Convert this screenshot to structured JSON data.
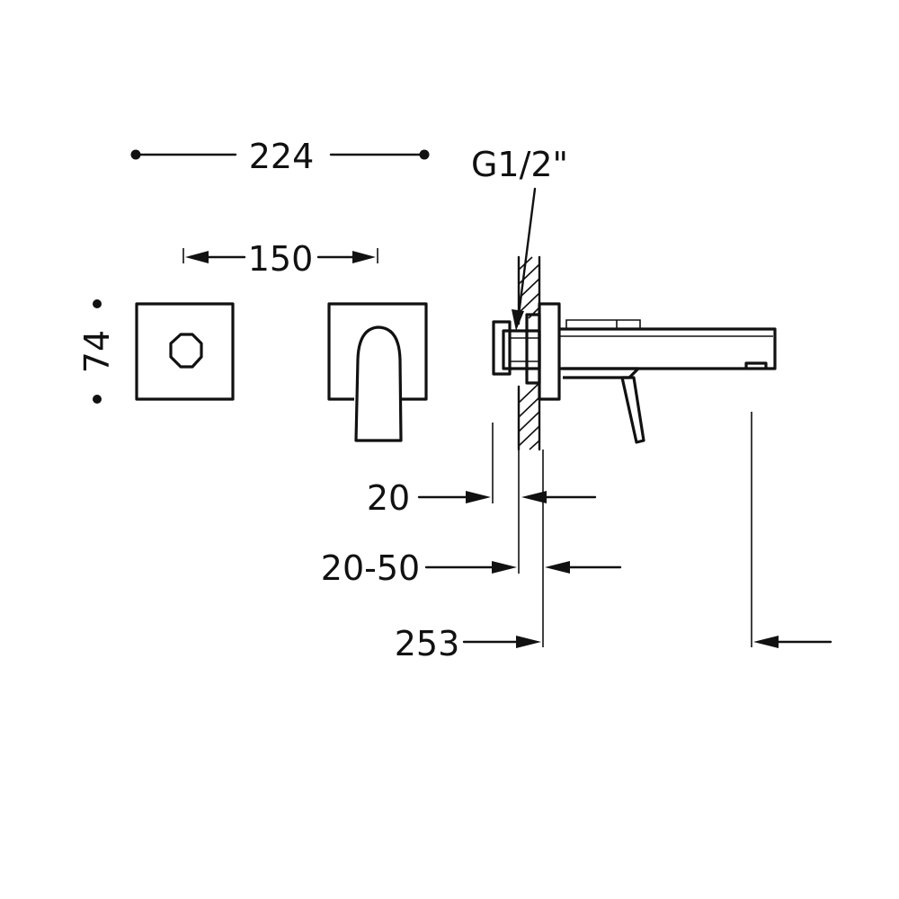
{
  "dimensions": {
    "overall_width": "224",
    "inlet_spacing": "150",
    "plate_height": "74",
    "thread": "G1/2\"",
    "plate_depth": "20",
    "wall_depth": "20-50",
    "spout_projection": "253"
  },
  "colors": {
    "line": "#111111",
    "background": "#ffffff"
  }
}
